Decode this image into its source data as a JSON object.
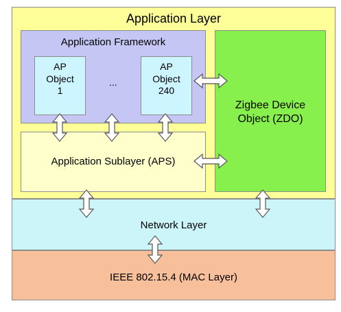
{
  "application_layer": {
    "title": "Application Layer"
  },
  "application_framework": {
    "title": "Application Framework",
    "objects": [
      {
        "line1": "AP",
        "line2": "Object",
        "line3": "1"
      },
      {
        "line1": "AP",
        "line2": "Object",
        "line3": "240"
      }
    ],
    "ellipsis": "..."
  },
  "zdo": {
    "line1": "Zigbee Device",
    "line2": "Object (ZDO)"
  },
  "aps": {
    "label": "Application Sublayer (APS)"
  },
  "network_layer": {
    "label": "Network Layer"
  },
  "mac_layer": {
    "label": "IEEE 802.15.4 (MAC Layer)"
  },
  "colors": {
    "application_layer": "#ffff99",
    "application_framework": "#c6c6f5",
    "ap_object": "#ccf5ff",
    "zdo": "#88f04c",
    "aps": "#ffffcc",
    "network_layer": "#ccf5fa",
    "mac_layer": "#f8c09a"
  }
}
